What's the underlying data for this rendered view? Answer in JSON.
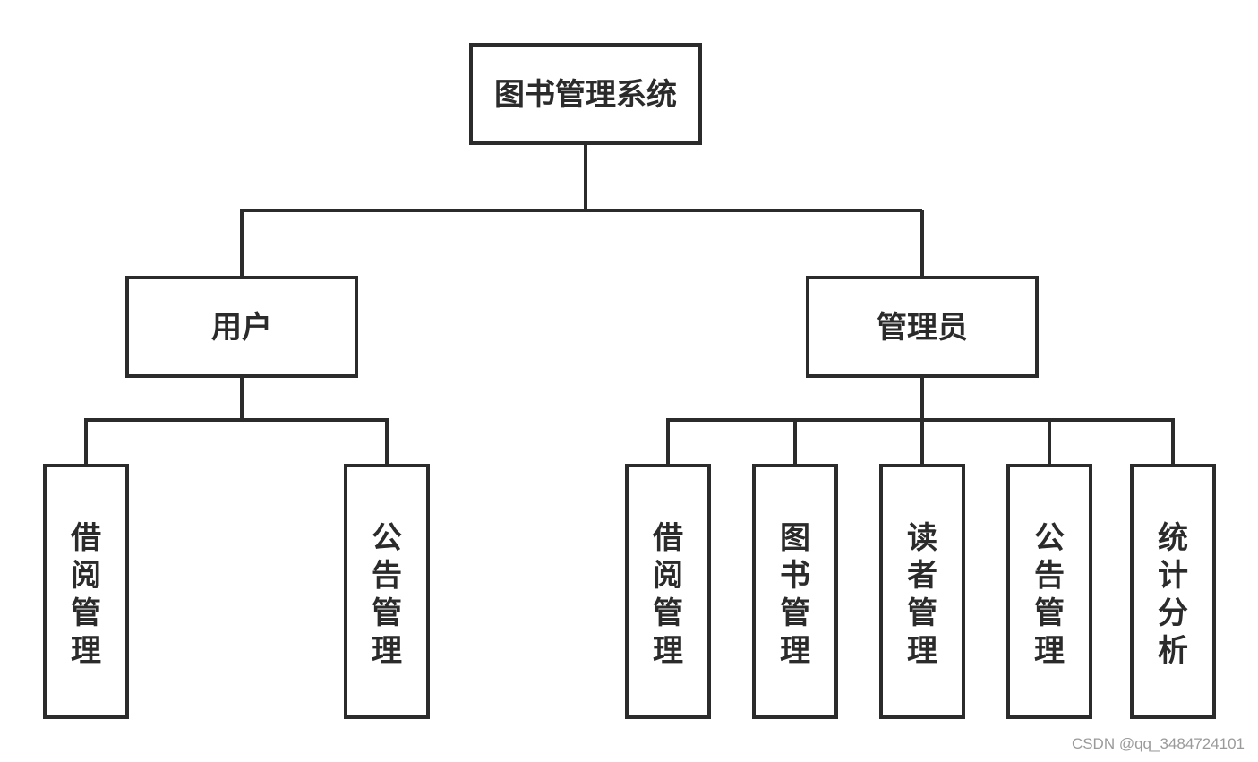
{
  "diagram": {
    "root": {
      "label": "图书管理系统"
    },
    "user": {
      "label": "用户",
      "children": [
        "借阅管理",
        "公告管理"
      ]
    },
    "admin": {
      "label": "管理员",
      "children": [
        "借阅管理",
        "图书管理",
        "读者管理",
        "公告管理",
        "统计分析"
      ]
    }
  },
  "watermark": "CSDN @qq_3484724101",
  "colors": {
    "line": "#2b2b2b",
    "text": "#2b2b2b",
    "background": "#ffffff"
  }
}
